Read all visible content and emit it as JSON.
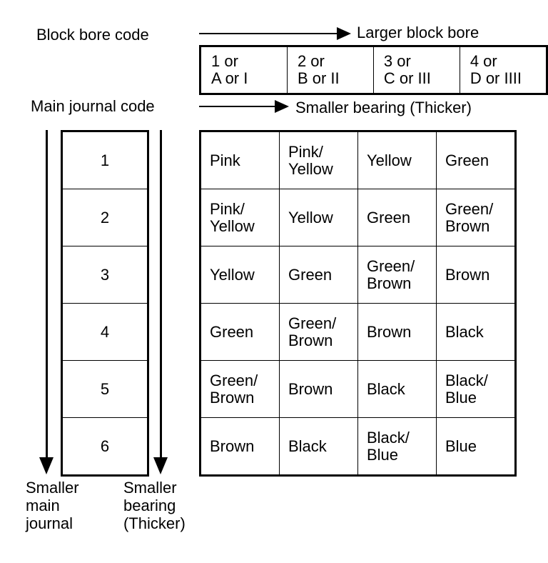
{
  "labels": {
    "block_bore_code": "Block bore code",
    "larger_block_bore": "Larger block bore",
    "main_journal_code": "Main journal code",
    "smaller_bearing_thicker": "Smaller bearing (Thicker)",
    "smaller_main_journal": "Smaller\nmain\njournal",
    "smaller_bearing_bottom": "Smaller\nbearing\n(Thicker)"
  },
  "block_bore_codes": [
    "1 or\nA or I",
    "2 or\nB or II",
    "3 or\nC or III",
    "4 or\nD or IIII"
  ],
  "main_journal_codes": [
    "1",
    "2",
    "3",
    "4",
    "5",
    "6"
  ],
  "bearing_colors": [
    [
      "Pink",
      "Pink/\nYellow",
      "Yellow",
      "Green"
    ],
    [
      "Pink/\nYellow",
      "Yellow",
      "Green",
      "Green/\nBrown"
    ],
    [
      "Yellow",
      "Green",
      "Green/\nBrown",
      "Brown"
    ],
    [
      "Green",
      "Green/\nBrown",
      "Brown",
      "Black"
    ],
    [
      "Green/\nBrown",
      "Brown",
      "Black",
      "Black/\nBlue"
    ],
    [
      "Brown",
      "Black",
      "Black/\nBlue",
      "Blue"
    ]
  ]
}
